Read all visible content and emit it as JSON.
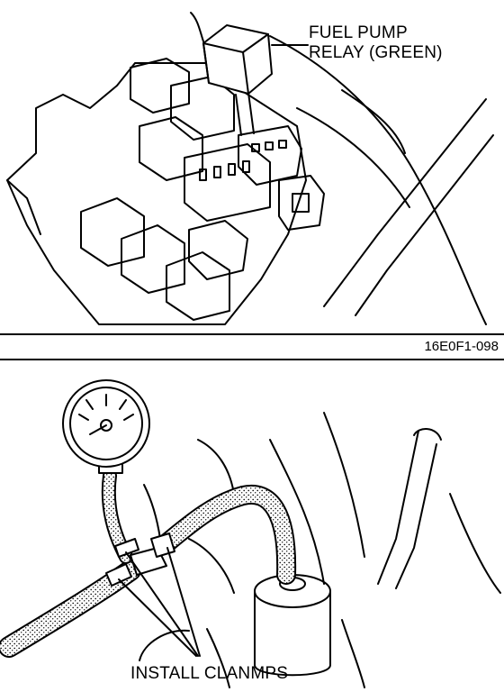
{
  "top_figure": {
    "callout_line1": "FUEL PUMP",
    "callout_line2": "RELAY (GREEN)",
    "figure_code": "16E0F1-098"
  },
  "bottom_figure": {
    "callout": "INSTALL CLANMPS"
  }
}
